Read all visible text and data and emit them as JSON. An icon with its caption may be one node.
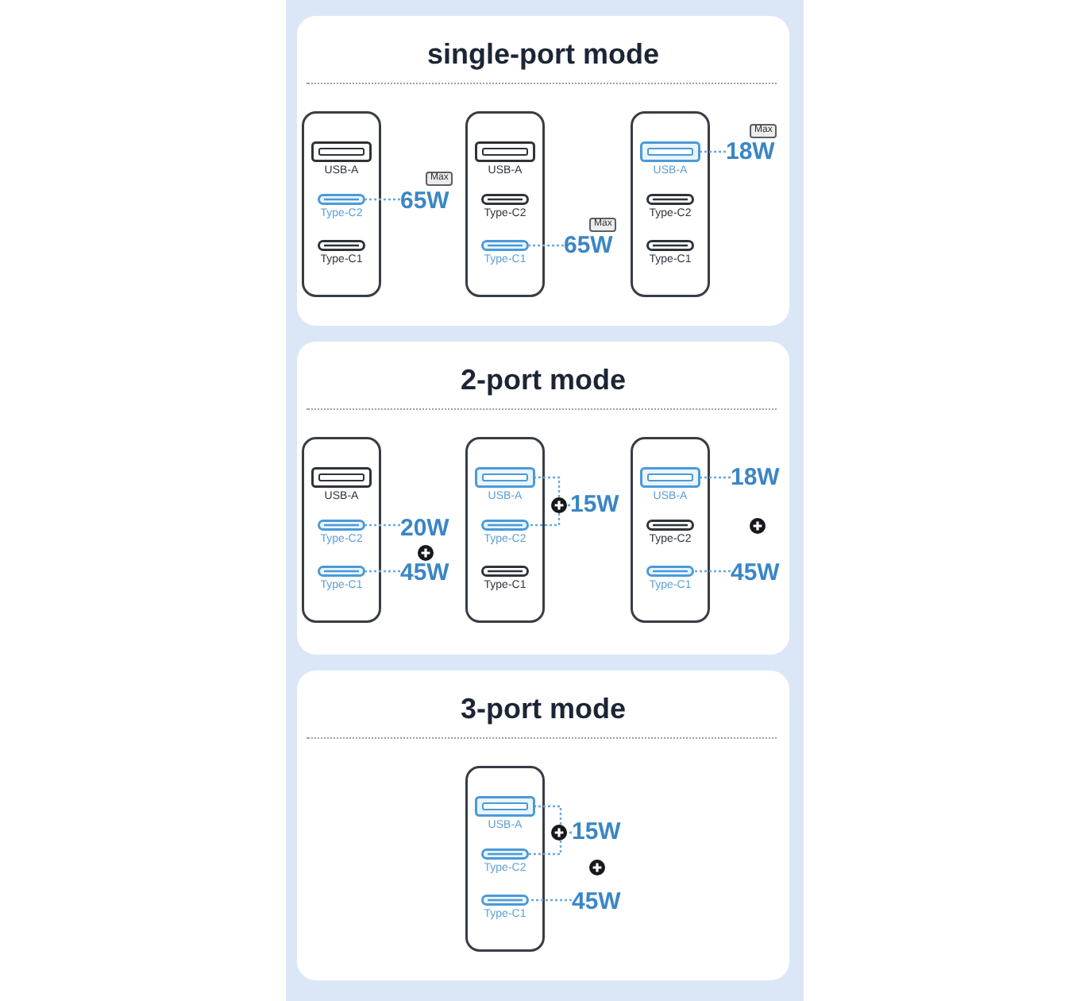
{
  "diagram": {
    "nodes": [
      {
        "text": [
          "single-port mode"
        ]
      },
      {
        "text": [],
        "shape": "box",
        "in": 0
      },
      {
        "text": [
          "USB-A"
        ],
        "in": 1
      },
      {
        "text": [
          "Type-C2"
        ],
        "in": 1
      },
      {
        "text": [
          "Type-C1"
        ],
        "in": 1
      },
      {
        "text": [
          "Max"
        ],
        "in": 0
      },
      {
        "text": [
          "65W"
        ],
        "in": 0
      },
      {
        "text": [],
        "shape": "box",
        "in": 0
      },
      {
        "text": [
          "USB-A"
        ],
        "in": 7
      },
      {
        "text": [
          "Type-C2"
        ],
        "in": 7
      },
      {
        "text": [
          "Type-C1"
        ],
        "in": 7
      },
      {
        "text": [
          "Max"
        ],
        "in": 0
      },
      {
        "text": [
          "65W"
        ],
        "in": 0
      },
      {
        "text": [],
        "shape": "box",
        "in": 0
      },
      {
        "text": [
          "USB-A"
        ],
        "in": 13
      },
      {
        "text": [
          "Type-C2"
        ],
        "in": 13
      },
      {
        "text": [
          "Type-C1"
        ],
        "in": 13
      },
      {
        "text": [
          "Max"
        ],
        "in": 0
      },
      {
        "text": [
          "18W"
        ],
        "in": 0
      },
      {
        "text": [
          "2-port mode"
        ]
      },
      {
        "text": [],
        "shape": "box",
        "in": 19
      },
      {
        "text": [
          "USB-A"
        ],
        "in": 20
      },
      {
        "text": [
          "Type-C2"
        ],
        "in": 20
      },
      {
        "text": [
          "Type-C1"
        ],
        "in": 20
      },
      {
        "text": [
          "20W"
        ],
        "in": 19
      },
      {
        "text": [
          "45W"
        ],
        "in": 19
      },
      {
        "text": [],
        "shape": "box",
        "in": 19
      },
      {
        "text": [
          "USB-A"
        ],
        "in": 26
      },
      {
        "text": [
          "Type-C2"
        ],
        "in": 26
      },
      {
        "text": [
          "Type-C1"
        ],
        "in": 26
      },
      {
        "text": [
          "15W"
        ],
        "in": 19
      },
      {
        "text": [],
        "shape": "box",
        "in": 19
      },
      {
        "text": [
          "USB-A"
        ],
        "in": 31
      },
      {
        "text": [
          "Type-C2"
        ],
        "in": 31
      },
      {
        "text": [
          "Type-C1"
        ],
        "in": 31
      },
      {
        "text": [
          "18W"
        ],
        "in": 19
      },
      {
        "text": [
          "45W"
        ],
        "in": 19
      },
      {
        "text": [
          "3-port mode"
        ]
      },
      {
        "text": [],
        "shape": "box",
        "in": 37
      },
      {
        "text": [
          "USB-A"
        ],
        "in": 38
      },
      {
        "text": [
          "Type-C2"
        ],
        "in": 38
      },
      {
        "text": [
          "Type-C1"
        ],
        "in": 38
      },
      {
        "text": [
          "15W"
        ],
        "in": 37
      },
      {
        "text": [
          "45W"
        ],
        "in": 37
      }
    ],
    "edges": [
      {
        "from": 6,
        "to": 3,
        "arrow": "none",
        "style": "dashed"
      },
      {
        "from": 12,
        "to": 10,
        "arrow": "none",
        "style": "dashed"
      },
      {
        "from": 18,
        "to": 14,
        "arrow": "none",
        "style": "dashed"
      },
      {
        "from": 24,
        "to": 22,
        "arrow": "none",
        "style": "dashed"
      },
      {
        "from": 25,
        "to": 23,
        "arrow": "none",
        "style": "dashed"
      },
      {
        "from": 30,
        "to": 27,
        "arrow": "none",
        "style": "dashed"
      },
      {
        "from": 30,
        "to": 28,
        "arrow": "none",
        "style": "dashed"
      },
      {
        "from": 35,
        "to": 32,
        "arrow": "none",
        "style": "dashed"
      },
      {
        "from": 36,
        "to": 34,
        "arrow": "none",
        "style": "dashed"
      },
      {
        "from": 42,
        "to": 39,
        "arrow": "none",
        "style": "dashed"
      },
      {
        "from": 42,
        "to": 40,
        "arrow": "none",
        "style": "dashed"
      },
      {
        "from": 43,
        "to": 41,
        "arrow": "none",
        "style": "dashed"
      }
    ]
  }
}
